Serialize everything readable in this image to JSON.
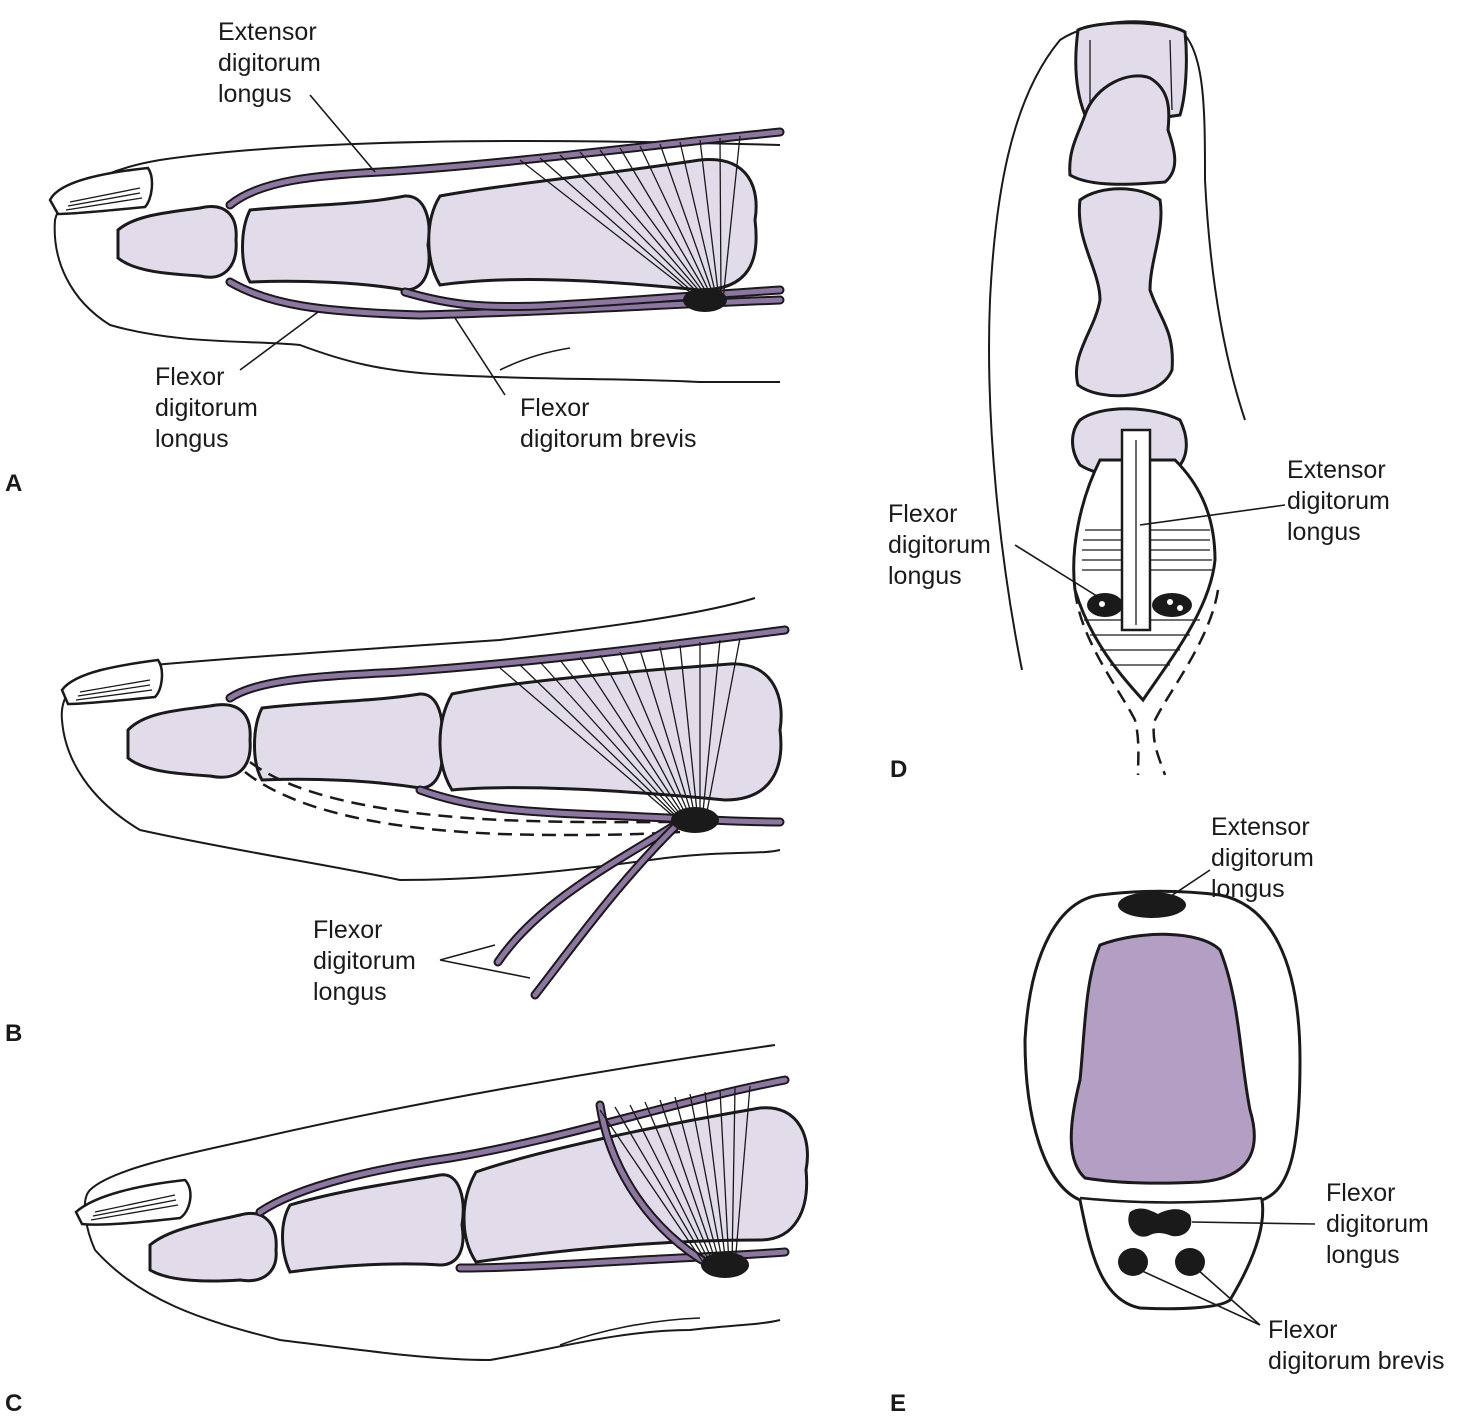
{
  "panels": {
    "a": {
      "letter": "A",
      "labels": {
        "extensor": [
          "Extensor",
          "digitorum",
          "longus"
        ],
        "flexor_longus": [
          "Flexor",
          "digitorum",
          "longus"
        ],
        "flexor_brevis": [
          "Flexor",
          "digitorum brevis"
        ]
      }
    },
    "b": {
      "letter": "B",
      "labels": {
        "flexor_longus": [
          "Flexor",
          "digitorum",
          "longus"
        ]
      }
    },
    "c": {
      "letter": "C"
    },
    "d": {
      "letter": "D",
      "labels": {
        "extensor": [
          "Extensor",
          "digitorum",
          "longus"
        ],
        "flexor_longus": [
          "Flexor",
          "digitorum",
          "longus"
        ]
      }
    },
    "e": {
      "letter": "E",
      "labels": {
        "extensor": [
          "Extensor",
          "digitorum",
          "longus"
        ],
        "flexor_longus": [
          "Flexor",
          "digitorum",
          "longus"
        ],
        "flexor_brevis": [
          "Flexor",
          "digitorum brevis"
        ]
      }
    }
  },
  "colors": {
    "bone": "#e2dcea",
    "tendon": "#8e76a3",
    "bone_section": "#b39fc3",
    "outline": "#1a1a1a"
  }
}
